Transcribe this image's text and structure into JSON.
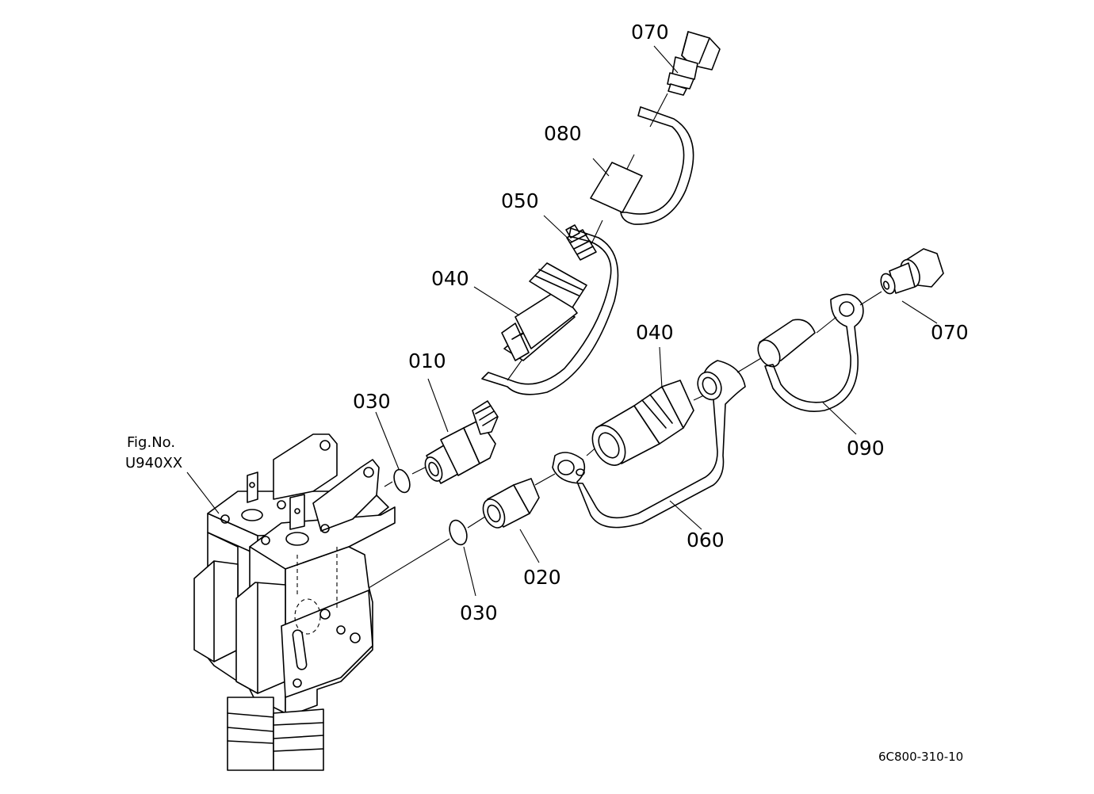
{
  "diagram": {
    "callouts": {
      "p070_top": "070",
      "p080": "080",
      "p050": "050",
      "p040_left": "040",
      "p010": "010",
      "p030_top": "030",
      "p040_right": "040",
      "p070_right": "070",
      "p090": "090",
      "p060": "060",
      "p020": "020",
      "p030_bottom": "030"
    },
    "fig_ref": {
      "line1": "Fig.No.",
      "line2": "U940XX"
    },
    "drawing_code": "6C800-310-10"
  }
}
